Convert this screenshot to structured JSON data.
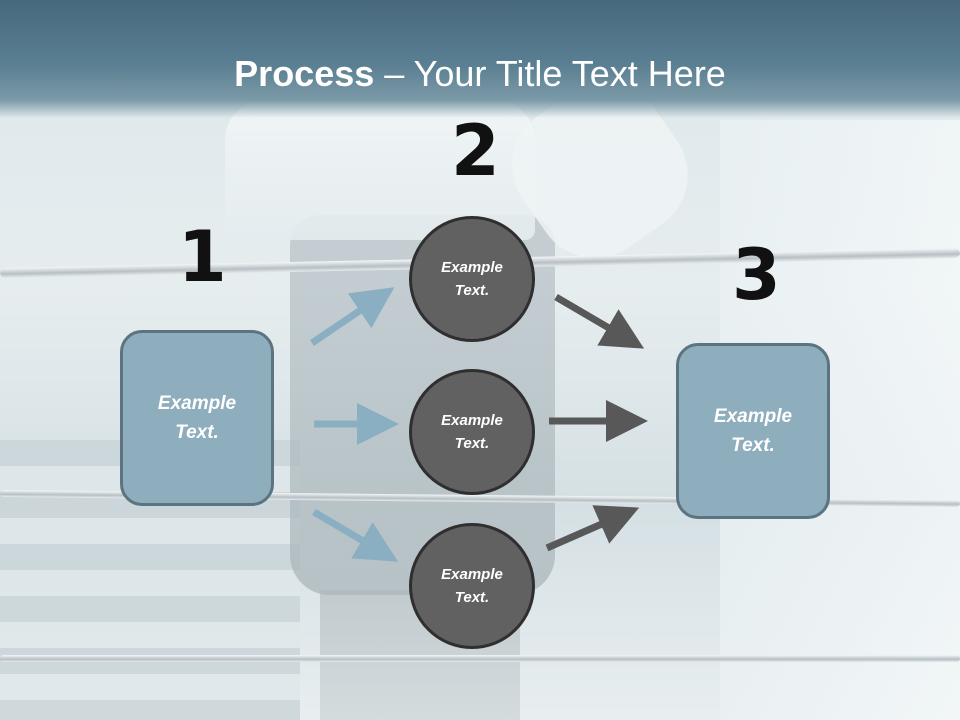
{
  "title": {
    "bold": "Process",
    "rest": " – Your Title Text Here"
  },
  "steps": {
    "one": "1",
    "two": "2",
    "three": "3"
  },
  "left_box": {
    "text": "Example\nText."
  },
  "right_box": {
    "text": "Example\nText."
  },
  "circles": [
    {
      "text": "Example\nText."
    },
    {
      "text": "Example\nText."
    },
    {
      "text": "Example\nText."
    }
  ],
  "colors": {
    "box": "#8eadbd",
    "circle": "#616161",
    "arrow_blue": "#8aaec2",
    "arrow_gray": "#585858"
  }
}
